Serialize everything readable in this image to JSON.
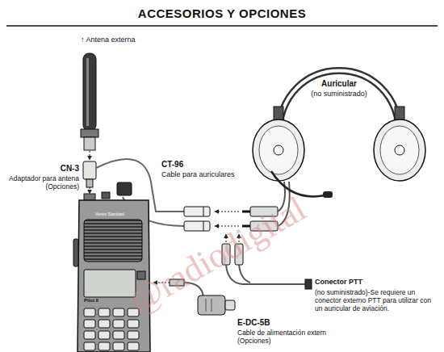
{
  "diagram": {
    "title": "ACCESORIOS Y OPCIONES",
    "labels": [
      "↑ Antena externa",
      "CN-3",
      "Adaptador para antena (Opciones)",
      "CT-96",
      "Cable para auriculares",
      "Auricular",
      "(no suministrado)",
      "Vertex Standard",
      "Pilot II",
      "Conector PTT",
      "(no suministrado)-Se requiere un conector externo PTT para utilizar con un auricular de aviación.",
      "E-DC-5B",
      "Cable de alimentación extern (Opciones)",
      "@radiodigital"
    ]
  }
}
